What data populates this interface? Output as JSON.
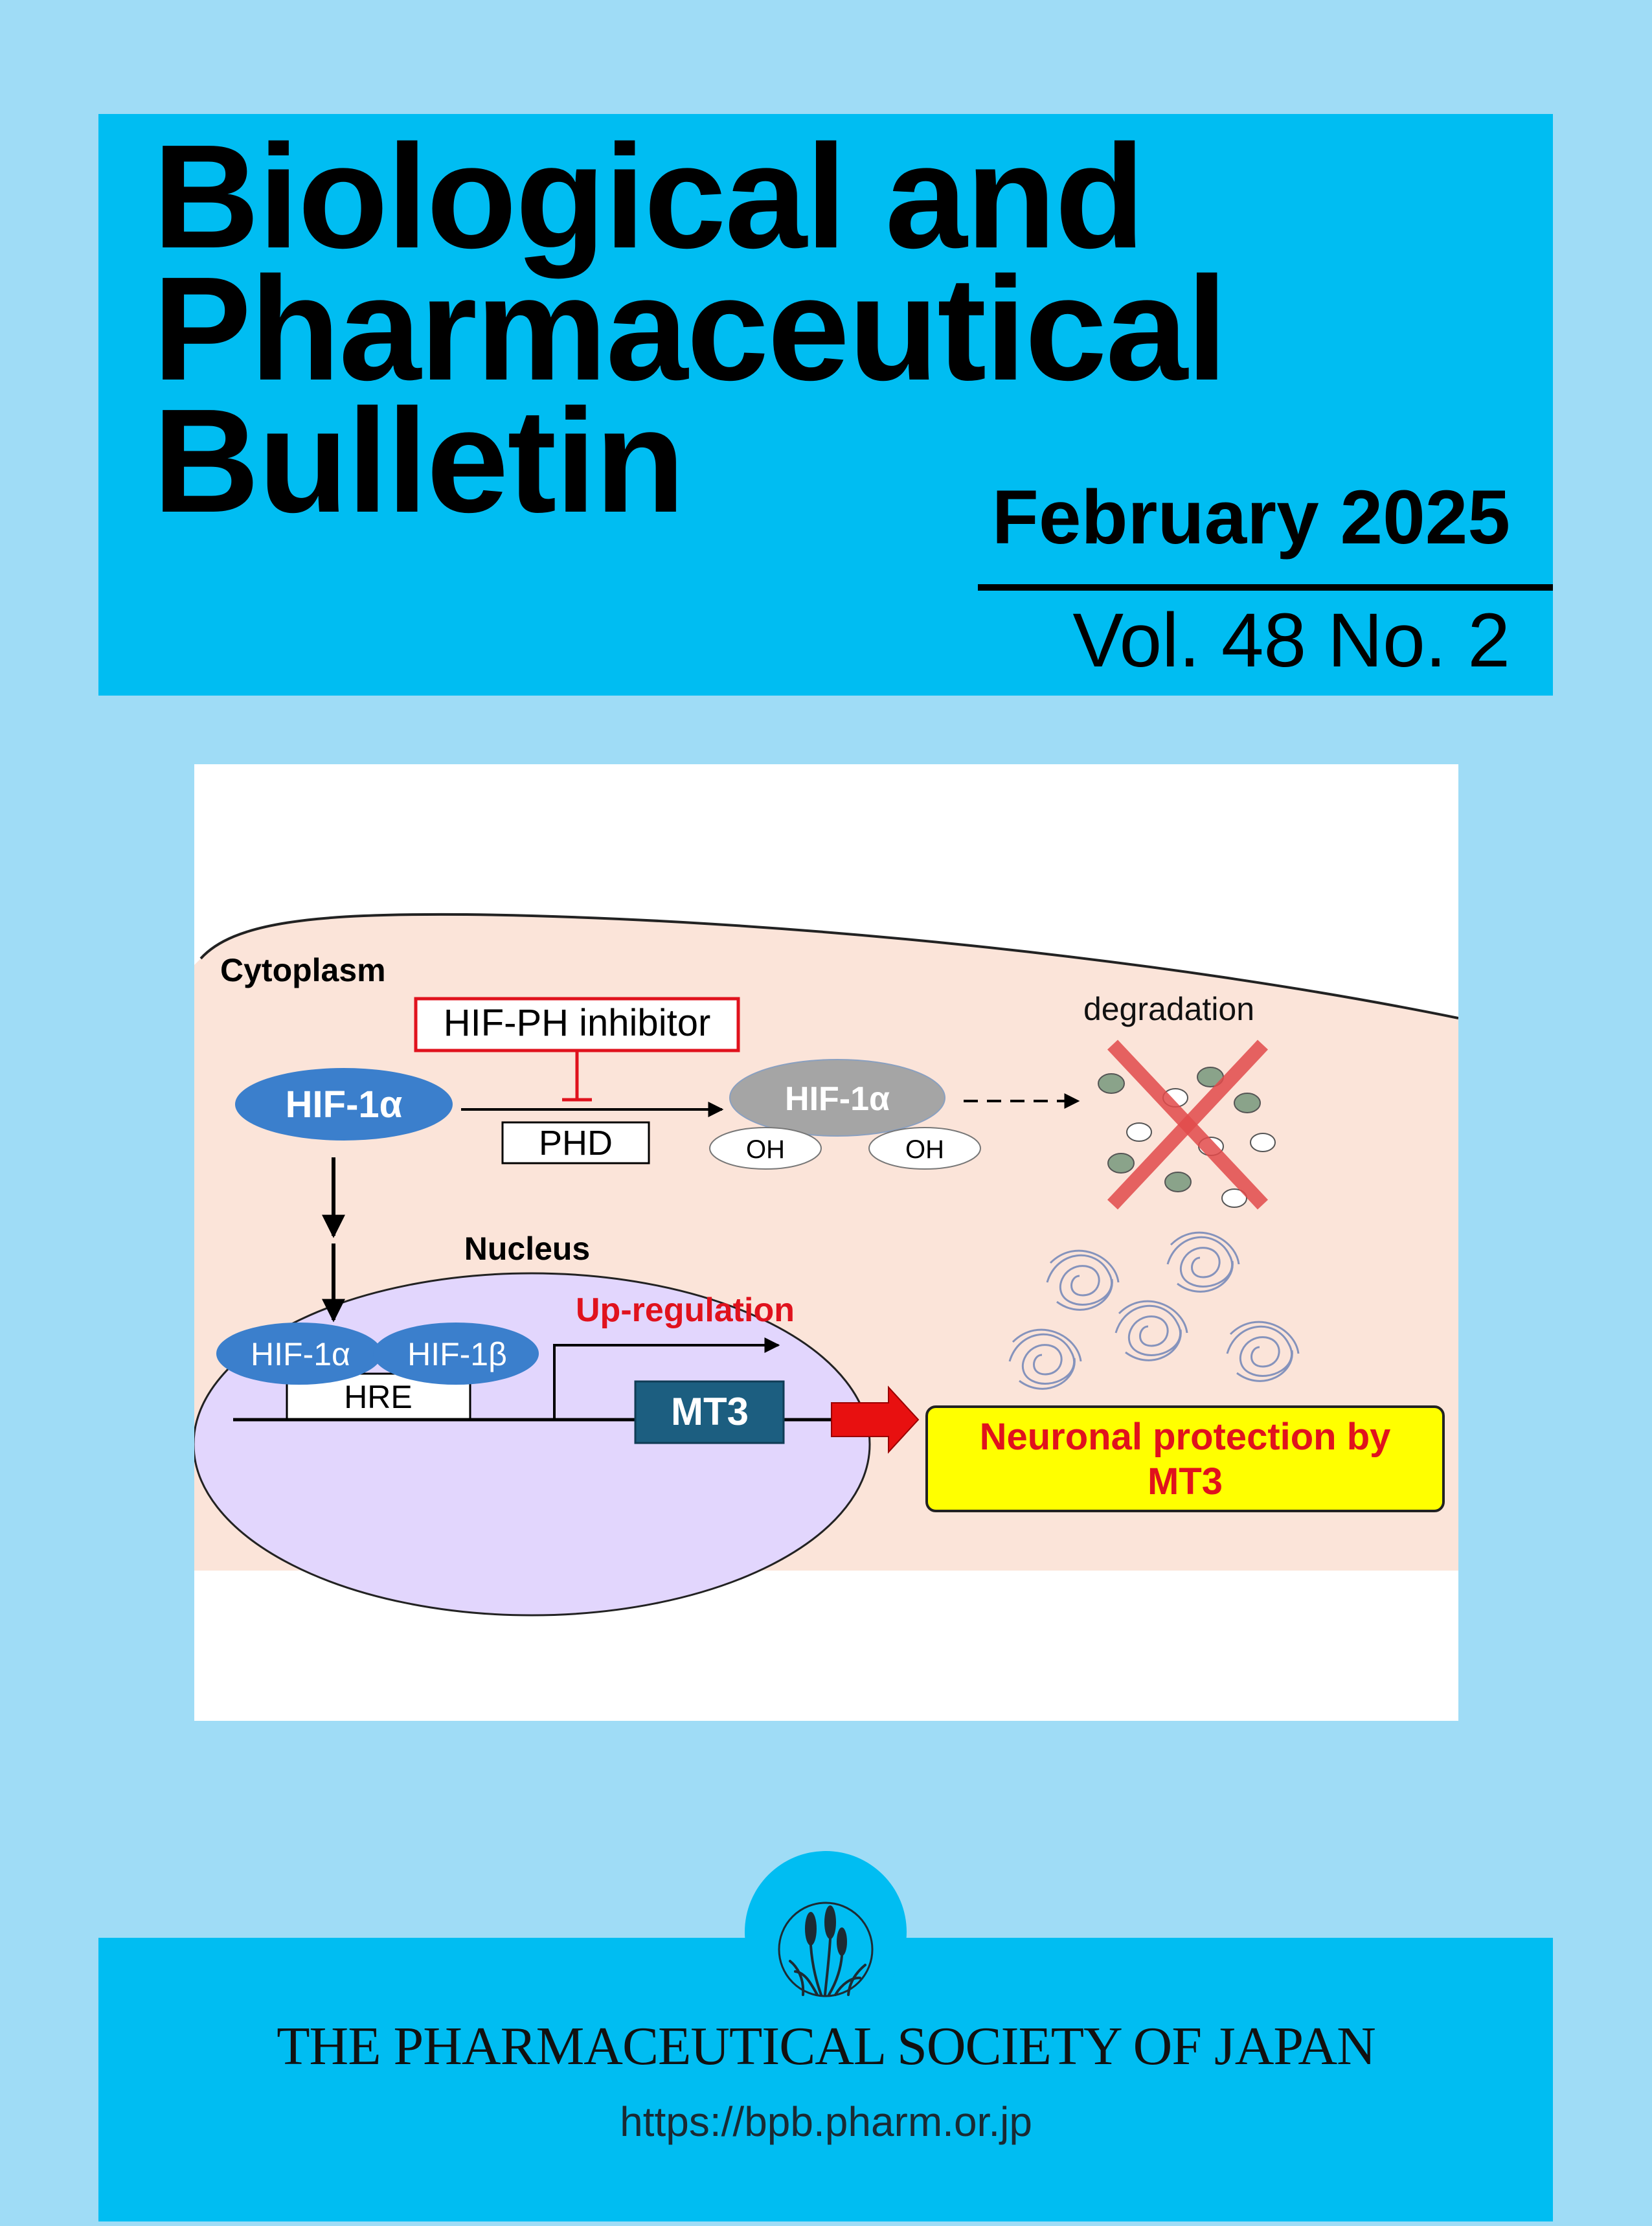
{
  "cover": {
    "title_lines": [
      "Biological and",
      "Pharmaceutical",
      "Bulletin"
    ],
    "issue_date": "February 2025",
    "volume": "Vol. 48 No. 2"
  },
  "figure": {
    "cytoplasm_label": "Cytoplasm",
    "inhibitor_label": "HIF-PH inhibitor",
    "hif1a_label": "HIF-1α",
    "phd_label": "PHD",
    "hif1a_hydroxylated_label": "HIF-1α",
    "oh_label": "OH",
    "degradation_label": "degradation",
    "nucleus_label": "Nucleus",
    "nucleus_hif1a_label": "HIF-1α",
    "hif1b_label": "HIF-1β",
    "hre_label": "HRE",
    "upregulation_label": "Up-regulation",
    "mt3_label": "MT3",
    "outcome_line1": "Neuronal protection by",
    "outcome_line2": "MT3"
  },
  "footer": {
    "society_name": "THE PHARMACEUTICAL SOCIETY OF JAPAN",
    "url": "https://bpb.pharm.or.jp"
  },
  "colors": {
    "page_background": "#9fdcf6",
    "band": "#00bdf2",
    "cytoplasm": "#fbe4d9",
    "nucleus": "#e2d6fd",
    "hif_blue": "#3b7fcc",
    "hif_gray": "#a5a5a5",
    "mt3_box": "#1c5e80",
    "inhibitor_red": "#e0121d",
    "outcome_box": "#ffff00"
  },
  "icons": [
    "x-cross-icon",
    "protein-aggregate-icon",
    "cattail-emblem-icon",
    "arrow-icon"
  ]
}
